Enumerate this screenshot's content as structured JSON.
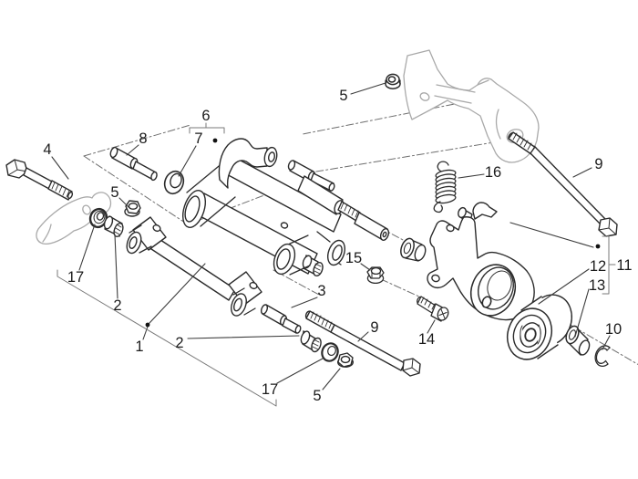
{
  "diagram": {
    "type": "exploded-parts-diagram",
    "subject": "swing-arm and engine mount assembly",
    "background_color": "#ffffff",
    "part_line_color": "#2b2b2b",
    "reference_part_color": "#a9a9a9",
    "callout_color": "#1b1b1b",
    "labels": [
      {
        "id": "hex-bolt-left",
        "text": "4"
      },
      {
        "id": "upper-pin",
        "text": "8"
      },
      {
        "id": "connecting-rod-kit",
        "text": "6"
      },
      {
        "id": "upper-bushing",
        "text": "7"
      },
      {
        "id": "nut-top",
        "text": "5"
      },
      {
        "id": "tension-spring",
        "text": "16"
      },
      {
        "id": "long-bolt-right",
        "text": "9"
      },
      {
        "id": "nut-left",
        "text": "5"
      },
      {
        "id": "seal-ring-left",
        "text": "17"
      },
      {
        "id": "roller-cage-left",
        "text": "2"
      },
      {
        "id": "swing-arm-assembly",
        "text": "1"
      },
      {
        "id": "roller-cage-lower",
        "text": "2"
      },
      {
        "id": "lower-pin",
        "text": "3"
      },
      {
        "id": "flanged-nut-center",
        "text": "15"
      },
      {
        "id": "long-bolt-bottom",
        "text": "9"
      },
      {
        "id": "seal-ring-lower",
        "text": "17"
      },
      {
        "id": "nut-lower",
        "text": "5"
      },
      {
        "id": "fixing-screw",
        "text": "14"
      },
      {
        "id": "flexible-coupling",
        "text": "12"
      },
      {
        "id": "support-assembly",
        "text": "11"
      },
      {
        "id": "spacer-bushing",
        "text": "13"
      },
      {
        "id": "circlip",
        "text": "10"
      }
    ]
  }
}
